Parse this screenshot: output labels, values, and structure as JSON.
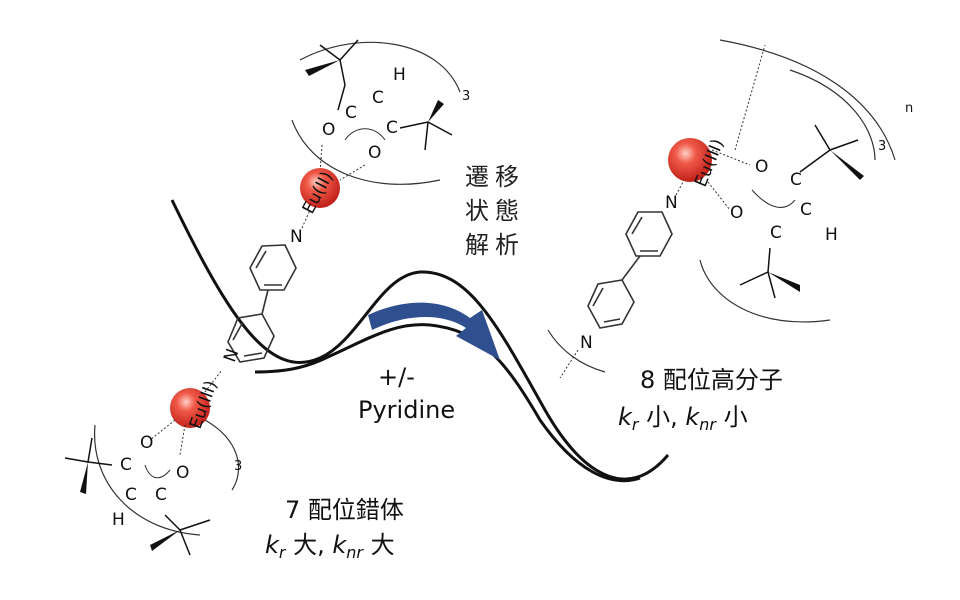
{
  "colors": {
    "arrow": "#2f4f8f",
    "eu_ball": "#e8302a",
    "line": "#111111"
  },
  "labels": {
    "transition_state": [
      "遷",
      "移",
      "状",
      "態",
      "解",
      "析"
    ],
    "pyridine_top": "+/-",
    "pyridine_bottom": "Pyridine",
    "left_title": "7 配位錯体",
    "left_kr": "k",
    "left_kr_sub": "r",
    "left_kr_val": " 大, ",
    "left_knr": "k",
    "left_knr_sub": "nr",
    "left_knr_val": " 大",
    "right_title": "8 配位高分子",
    "right_kr": "k",
    "right_kr_sub": "r",
    "right_kr_val": " 小, ",
    "right_knr": "k",
    "right_knr_sub": "nr",
    "right_knr_val": " 小"
  },
  "atoms": {
    "eu_top": "Eu(II)",
    "eu_left": "Eu(III)",
    "eu_right": "Eu(III)",
    "n": "N",
    "o": "O",
    "c": "C",
    "h": "H",
    "count_3": "3",
    "count_n": "n"
  }
}
